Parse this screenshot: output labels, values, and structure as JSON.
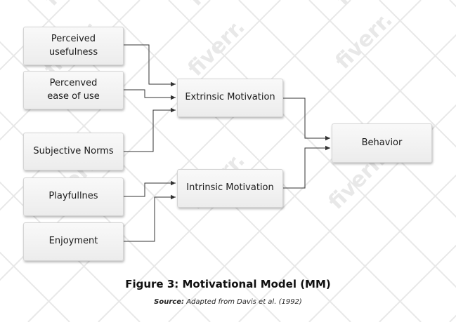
{
  "watermark": {
    "text": "fiverr.",
    "color": "#e8e8e8"
  },
  "nodes": {
    "perceived_usefulness": {
      "lines": [
        "Perceived",
        "usefulness"
      ]
    },
    "perceived_ease": {
      "lines": [
        "Percenved",
        "ease of use"
      ]
    },
    "subjective_norms": {
      "label": "Subjective Norms"
    },
    "playfulness": {
      "label": "Playfullnes"
    },
    "enjoyment": {
      "label": "Enjoyment"
    },
    "extrinsic": {
      "label": "Extrinsic Motivation"
    },
    "intrinsic": {
      "label": "Intrinsic Motivation"
    },
    "behavior": {
      "label": "Behavior"
    }
  },
  "edges": [
    [
      "perceived_usefulness",
      "extrinsic"
    ],
    [
      "perceived_ease",
      "extrinsic"
    ],
    [
      "subjective_norms",
      "extrinsic"
    ],
    [
      "playfulness",
      "intrinsic"
    ],
    [
      "enjoyment",
      "intrinsic"
    ],
    [
      "extrinsic",
      "behavior"
    ],
    [
      "intrinsic",
      "behavior"
    ]
  ],
  "caption": {
    "title": "Figure 3: Motivational Model (MM)",
    "source_label": "Source:",
    "source_text": "Adapted from Davis et al. (1992)"
  },
  "colors": {
    "arrow": "#333333",
    "box_border": "#d4d4d4"
  }
}
